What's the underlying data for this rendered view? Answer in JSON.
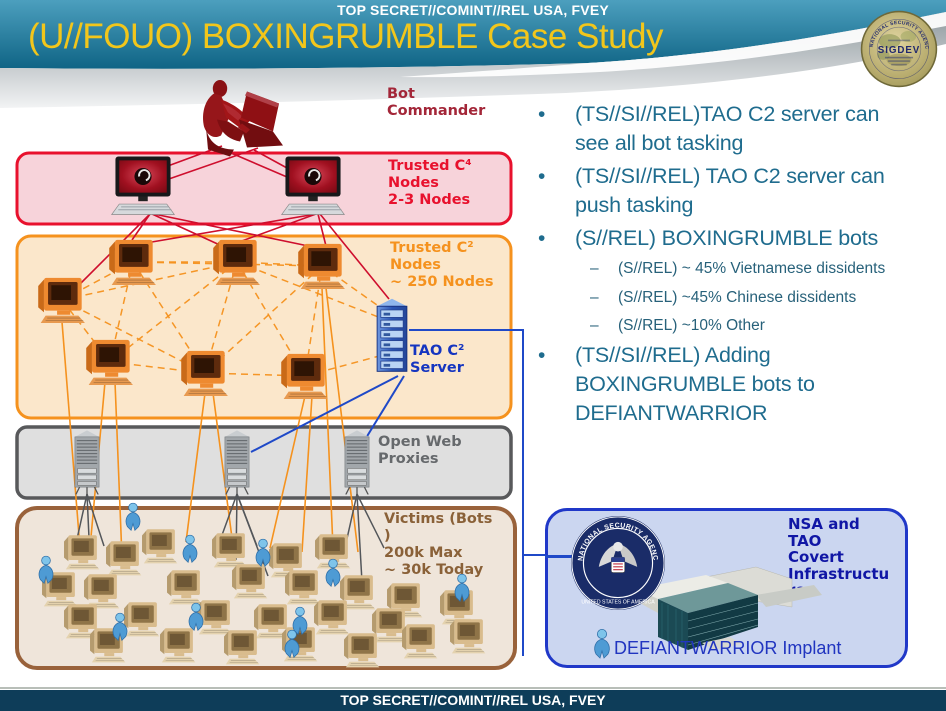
{
  "classification": {
    "top": "TOP SECRET//COMINT//REL USA, FVEY",
    "bottom": "TOP SECRET//COMINT//REL USA, FVEY"
  },
  "title": "(U//FOUO) BOXINGRUMBLE Case Study",
  "header_seal": {
    "center": "SIGDEV",
    "ring_top": "NATIONAL SECURITY AGENCY"
  },
  "diagram": {
    "bot_commander": "Bot\nCommander",
    "c4_nodes": "Trusted C⁴\nNodes\n2-3 Nodes",
    "c2_nodes": "Trusted C²\nNodes\n~ 250 Nodes",
    "tao_server": "TAO C²\nServer",
    "proxies": "Open Web\nProxies",
    "victims": "Victims (Bots\n)\n200k Max\n~ 30k Today"
  },
  "bullets": [
    {
      "level": 1,
      "text": "(TS//SI//REL)TAO C2 server can see all bot tasking"
    },
    {
      "level": 1,
      "text": "(TS//SI//REL) TAO C2 server can push tasking"
    },
    {
      "level": 1,
      "text": "(S//REL) BOXINGRUMBLE bots"
    },
    {
      "level": 2,
      "text": "(S//REL) ~ 45% Vietnamese dissidents"
    },
    {
      "level": 2,
      "text": "(S//REL) ~45% Chinese dissidents"
    },
    {
      "level": 2,
      "text": "(S//REL) ~10% Other"
    },
    {
      "level": 1,
      "text": "(TS//SI//REL) Adding BOXINGRUMBLE bots to DEFIANTWARRIOR"
    }
  ],
  "nsa_box": {
    "label": "NSA and\nTAO\nCovert\nInfrastructu\nre",
    "caption": "DEFIANTWARRIOR Implant",
    "nsa_seal_top": "NATIONAL SECURITY AGENCY",
    "nsa_seal_bottom": "UNITED STATES OF AMERICA"
  },
  "colors": {
    "header_teal": "#1C7291",
    "title_yellow": "#F2C61B",
    "c4_red": "#E8112D",
    "c2_orange": "#F5921E",
    "proxy_gray": "#58595B",
    "victims_brown": "#99623B",
    "tao_blue": "#1535C0",
    "bullet_teal": "#1F6C8E",
    "nsa_blue": "#2038C8",
    "footer_navy": "#0E3D59"
  }
}
